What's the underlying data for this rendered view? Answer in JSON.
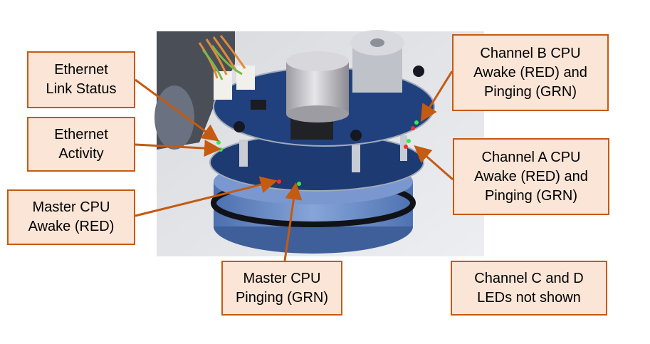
{
  "colors": {
    "callout_fill": "#fbe5d6",
    "callout_border": "#c55a11",
    "arrow": "#c55a11",
    "pcb_blue": "#1e3f7a",
    "housing_blue": "#6f90c8",
    "led_red": "#ff2a2a",
    "led_green": "#39e84a"
  },
  "photo": {
    "subject": "circuit-board-stack-photo"
  },
  "callouts": {
    "ethernet_link": {
      "line1": "Ethernet",
      "line2": "Link Status"
    },
    "ethernet_activity": {
      "line1": "Ethernet",
      "line2": "Activity"
    },
    "master_awake": {
      "line1": "Master CPU",
      "line2": "Awake (RED)"
    },
    "master_pinging": {
      "line1": "Master CPU",
      "line2": "Pinging (GRN)"
    },
    "channel_b": {
      "line1": "Channel B CPU",
      "line2": "Awake (RED) and",
      "line3": "Pinging (GRN)"
    },
    "channel_a": {
      "line1": "Channel A CPU",
      "line2": "Awake (RED) and",
      "line3": "Pinging (GRN)"
    },
    "channel_cd": {
      "line1": "Channel C and D",
      "line2": "LEDs not shown"
    }
  }
}
